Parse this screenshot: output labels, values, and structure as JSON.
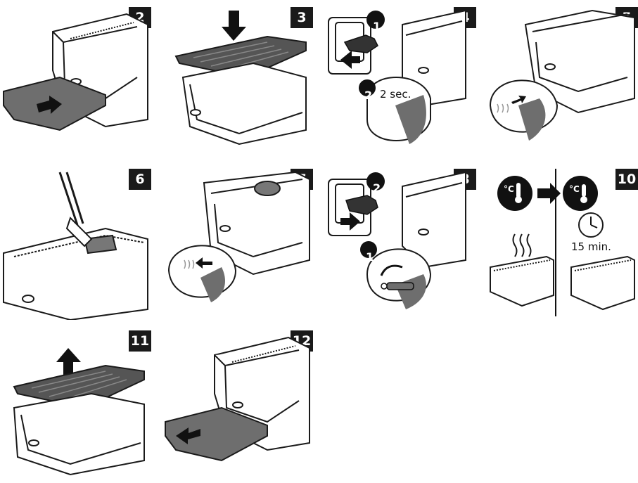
{
  "colors": {
    "outline": "#1a1a1a",
    "dark_grey": "#6e6e6e",
    "badge": "#1a1a1a"
  },
  "steps": [
    {
      "number": "2"
    },
    {
      "number": "3"
    },
    {
      "number": "4",
      "marker_1": "1",
      "marker_2": "2",
      "duration": "2 sec."
    },
    {
      "number": "5"
    },
    {
      "number": "6"
    },
    {
      "number": "7"
    },
    {
      "number": "8",
      "marker_1": "2",
      "marker_2": "1"
    },
    {
      "number": "10",
      "wait_time": "15 min.",
      "unit_symbol": "°C"
    },
    {
      "number": "11"
    },
    {
      "number": "12"
    }
  ],
  "icons": [
    "plug-icon",
    "thermometer-icon",
    "timer-icon",
    "arrow-icon",
    "heat-waves-icon",
    "tongs-icon"
  ]
}
